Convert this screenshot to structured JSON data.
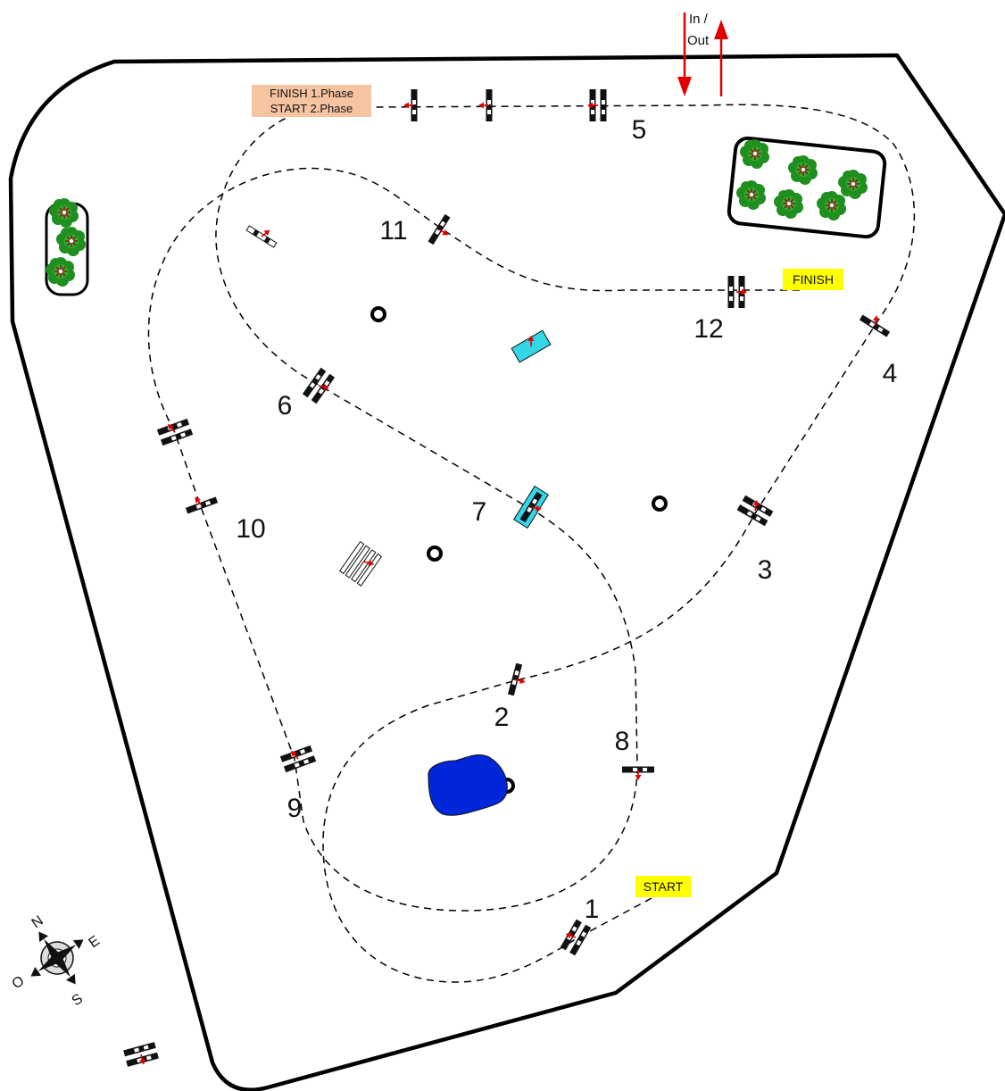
{
  "course": {
    "entrance": {
      "in": "In /",
      "out": "Out"
    },
    "start_label": "START",
    "finish_label": "FINISH",
    "phase_label_line1": "FINISH 1.Phase",
    "phase_label_line2": "START 2.Phase",
    "obstacles": [
      {
        "number": "1"
      },
      {
        "number": "2"
      },
      {
        "number": "3"
      },
      {
        "number": "4"
      },
      {
        "number": "5"
      },
      {
        "number": "6"
      },
      {
        "number": "7"
      },
      {
        "number": "8"
      },
      {
        "number": "9"
      },
      {
        "number": "10"
      },
      {
        "number": "11"
      },
      {
        "number": "12"
      }
    ],
    "compass": {
      "n": "N",
      "e": "E",
      "s": "S",
      "o": "O"
    }
  },
  "colors": {
    "route_arrow": "#e00000",
    "start_finish_bg": "#ffff00",
    "phase_bg": "#f6c4a0",
    "water": "#0026d9",
    "water_fence": "#33d6e6",
    "tree": "#1f8f1f"
  }
}
